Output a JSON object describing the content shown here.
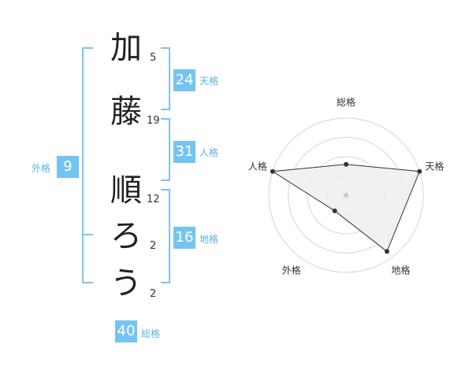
{
  "name": {
    "chars": [
      "加",
      "藤",
      "順",
      "ろ",
      "う"
    ],
    "strokes": [
      "5",
      "19",
      "12",
      "2",
      "2"
    ]
  },
  "scores": {
    "tenkaku": {
      "value": "24",
      "label": "天格"
    },
    "jinkaku": {
      "value": "31",
      "label": "人格"
    },
    "chikaku": {
      "value": "16",
      "label": "地格"
    },
    "gaikaku": {
      "value": "9",
      "label": "外格"
    },
    "soukaku": {
      "value": "40",
      "label": "総格"
    }
  },
  "chart_data": {
    "type": "radar",
    "axes": [
      "総格",
      "天格",
      "地格",
      "外格",
      "人格"
    ],
    "values": [
      0.4,
      1.0,
      0.9,
      0.25,
      1.0
    ],
    "rmax": 1.0,
    "rings": 4,
    "colors": {
      "fill": "#efefef",
      "line": "#333333",
      "ring": "#d4d4d4",
      "point": "#333333",
      "center": "#cccccc"
    }
  }
}
